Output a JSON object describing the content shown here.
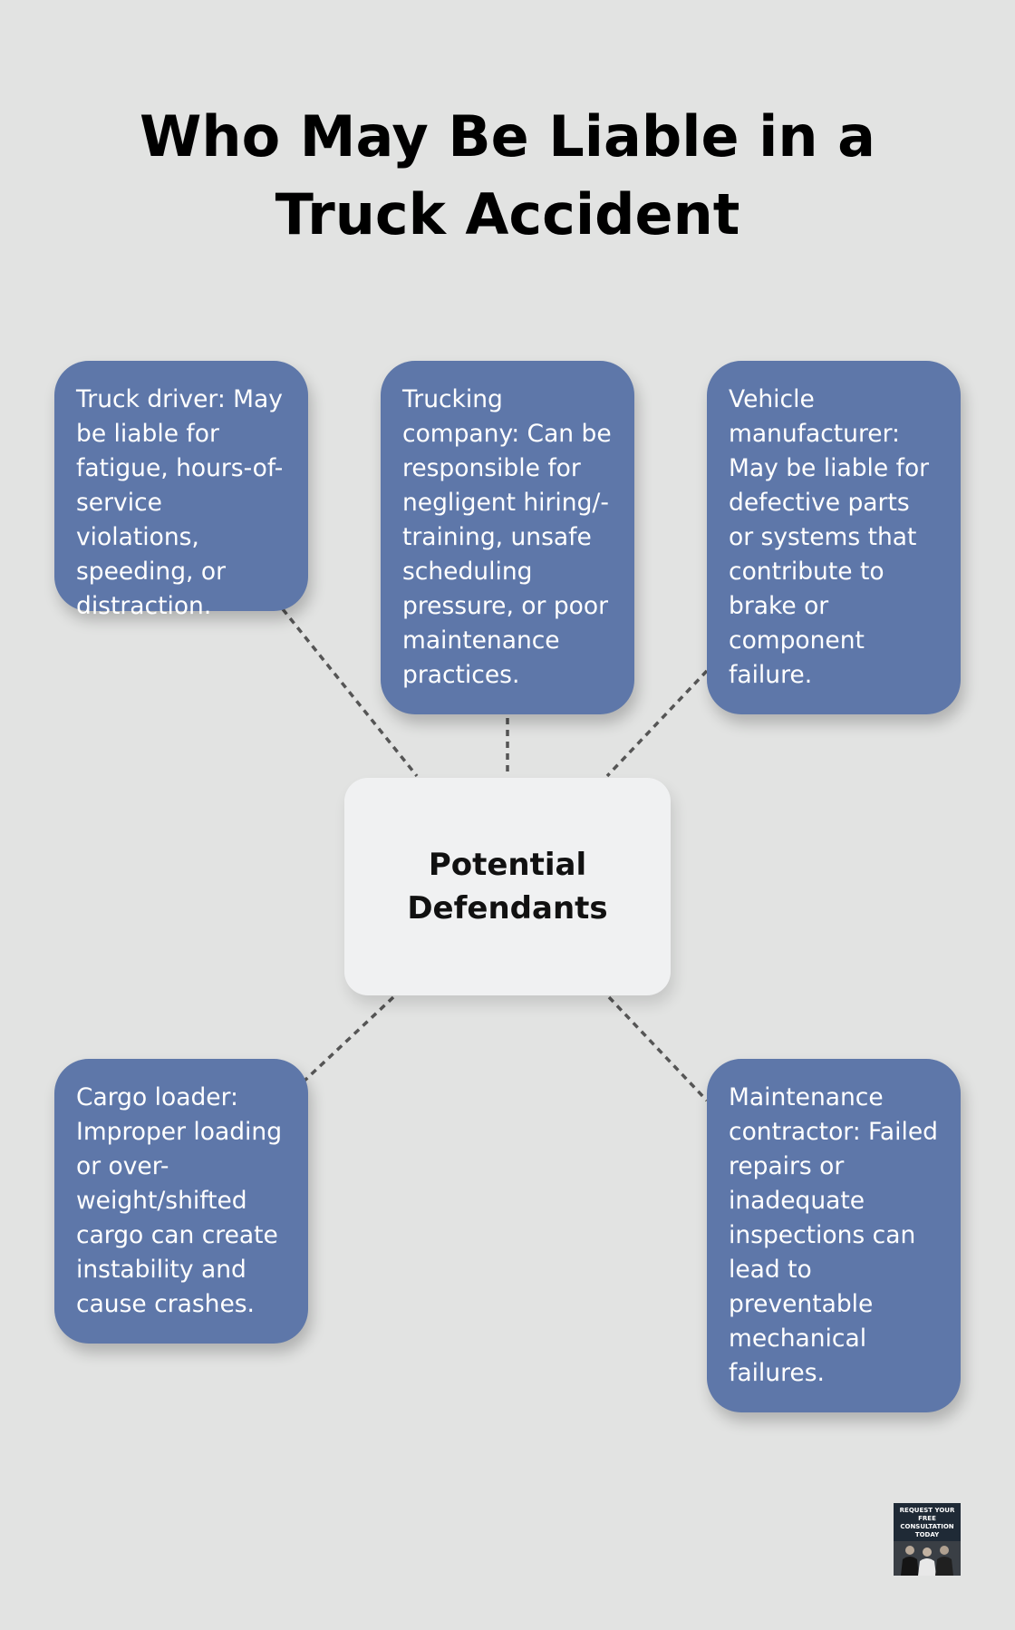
{
  "title": "Who May Be Liable in a Truck Accident",
  "center": {
    "label": "Potential Defendants"
  },
  "nodes": [
    {
      "id": "truck-driver",
      "text": "Truck driver: May be liable for fatigue, hours-of-service violations, speeding, or distraction."
    },
    {
      "id": "trucking-company",
      "text": "Trucking company: Can be responsible for negligent hiring/-training, unsafe scheduling pressure, or poor maintenance practices."
    },
    {
      "id": "vehicle-manufacturer",
      "text": "Vehicle manufacturer: May be liable for defective parts or systems that contribute to brake or component failure."
    },
    {
      "id": "cargo-loader",
      "text": "Cargo loader: Improper loading or over-weight/shifted cargo can create instability and cause crashes."
    },
    {
      "id": "maintenance-contractor",
      "text": "Maintenance contractor: Failed repairs or inadequate inspections can lead to preventable mechanical failures."
    }
  ],
  "logo": {
    "text": "REQUEST YOUR FREE CONSULTATION TODAY"
  },
  "colors": {
    "background": "#e2e3e2",
    "card": "#5e77a9",
    "center": "#f0f1f2",
    "connector": "#555555"
  }
}
